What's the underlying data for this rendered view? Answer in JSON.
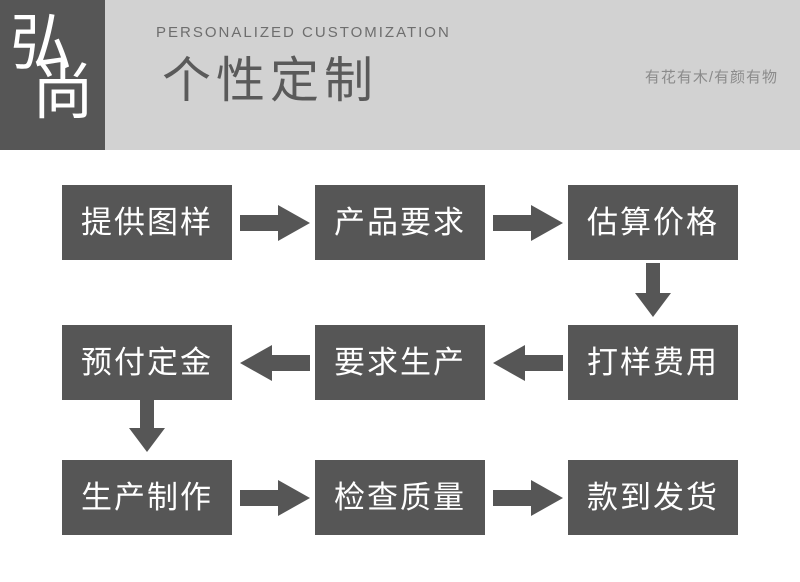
{
  "header": {
    "logo_text": "弘尚",
    "logo_char_1": "弘",
    "logo_char_2": "尚",
    "eyebrow": "PERSONALIZED CUSTOMIZATION",
    "title": "个性定制",
    "tagline": "有花有木/有颜有物",
    "background_color": "#d2d2d2",
    "logo_background_color": "#565656",
    "title_color": "#5a5a5a",
    "eyebrow_color": "#6e6e6e",
    "tagline_color": "#8b8b8b"
  },
  "flow": {
    "node_color": "#565656",
    "node_text_color": "#ffffff",
    "arrow_color": "#565656",
    "rows": [
      {
        "direction": "left-to-right",
        "nodes": [
          {
            "label": "提供图样"
          },
          {
            "label": "产品要求"
          },
          {
            "label": "估算价格"
          }
        ]
      },
      {
        "direction": "right-to-left",
        "nodes": [
          {
            "label": "预付定金"
          },
          {
            "label": "要求生产"
          },
          {
            "label": "打样费用"
          }
        ]
      },
      {
        "direction": "left-to-right",
        "nodes": [
          {
            "label": "生产制作"
          },
          {
            "label": "检查质量"
          },
          {
            "label": "款到发货"
          }
        ]
      }
    ],
    "connectors": [
      {
        "name": "arrow-row1-1to2",
        "type": "arrow-right"
      },
      {
        "name": "arrow-row1-2to3",
        "type": "arrow-right"
      },
      {
        "name": "arrow-col3-row1to2",
        "type": "arrow-down"
      },
      {
        "name": "arrow-row2-3to2",
        "type": "arrow-left"
      },
      {
        "name": "arrow-row2-2to1",
        "type": "arrow-left"
      },
      {
        "name": "arrow-col1-row2to3",
        "type": "arrow-down"
      },
      {
        "name": "arrow-row3-1to2",
        "type": "arrow-right"
      },
      {
        "name": "arrow-row3-2to3",
        "type": "arrow-right"
      }
    ]
  }
}
